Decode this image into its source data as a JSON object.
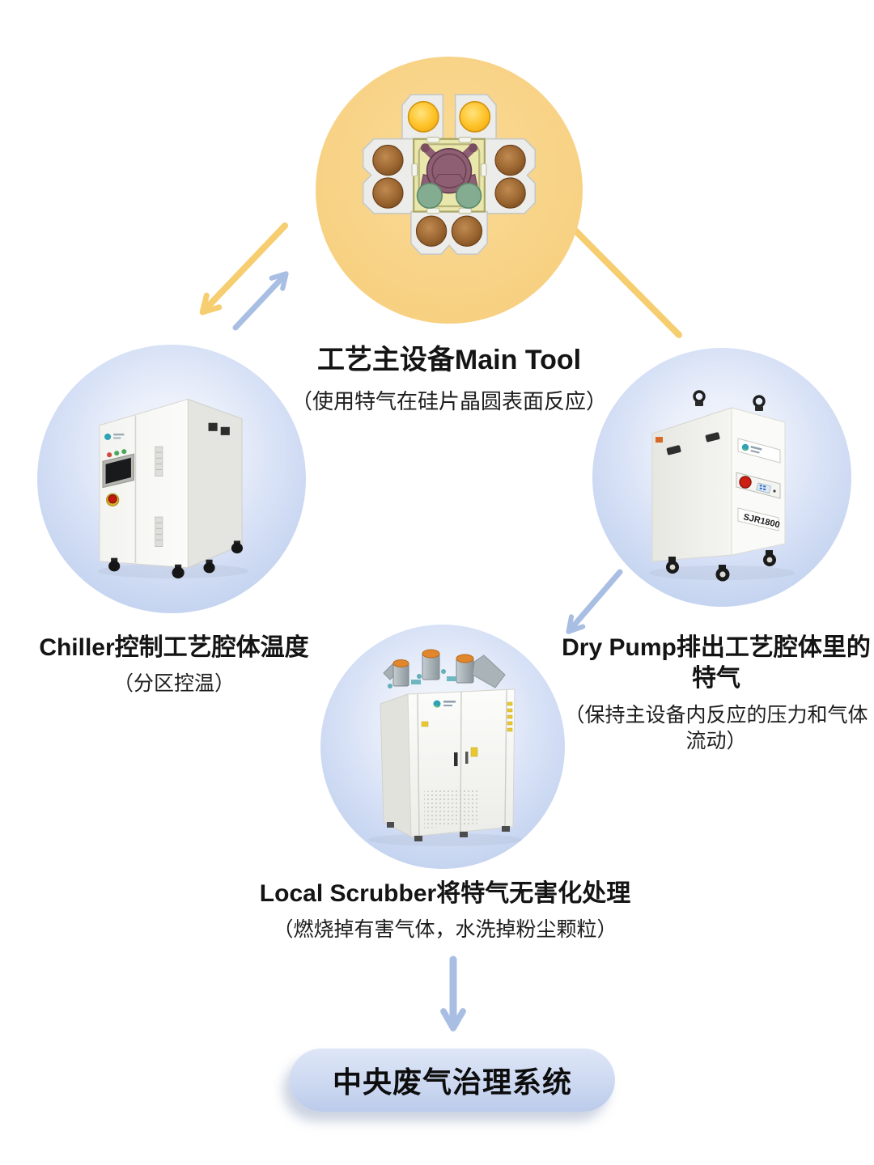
{
  "diagram": {
    "main_tool": {
      "title": "工艺主设备Main Tool",
      "subtitle": "（使用特气在硅片晶圆表面反应）"
    },
    "chiller": {
      "title": "Chiller控制工艺腔体温度",
      "subtitle": "（分区控温）"
    },
    "dry_pump": {
      "title": "Dry Pump排出工艺腔体里的特气",
      "subtitle": "（保持主设备内反应的压力和气体流动）",
      "model_label": "SJR1800"
    },
    "scrubber": {
      "title": "Local Scrubber将特气无害化处理",
      "subtitle": "（燃烧掉有害气体，水洗掉粉尘颗粒）"
    },
    "central_system": {
      "label": "中央废气治理系统"
    },
    "flows": [
      {
        "from": "main-tool",
        "to": "chiller",
        "style": "yellow-arrow"
      },
      {
        "from": "chiller",
        "to": "main-tool",
        "style": "blue-arrow"
      },
      {
        "from": "main-tool",
        "to": "dry-pump",
        "style": "yellow-line"
      },
      {
        "from": "dry-pump",
        "to": "scrubber",
        "style": "blue-arrow"
      },
      {
        "from": "scrubber",
        "to": "central-system",
        "style": "blue-arrow"
      }
    ],
    "colors": {
      "main_tool_circle": "#F8D387",
      "equipment_circle": "#C5D4F0",
      "arrow_yellow": "#F6CD6F",
      "arrow_blue": "#A9BEE3",
      "pill_top": "#DEE6F7",
      "pill_bottom": "#BCCBEC",
      "text": "#141414"
    }
  }
}
